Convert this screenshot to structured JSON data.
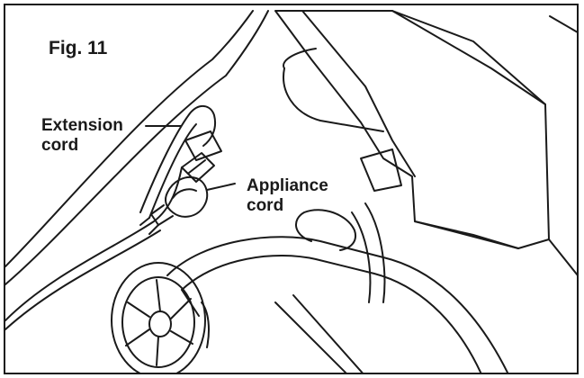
{
  "figure": {
    "title": "Fig. 11",
    "extension_cord_label": {
      "line1": "Extension",
      "line2": "cord"
    },
    "appliance_cord_label": {
      "line1": "Appliance",
      "line2": "cord"
    },
    "colors": {
      "stroke": "#1a1a1a",
      "background": "#ffffff"
    }
  }
}
